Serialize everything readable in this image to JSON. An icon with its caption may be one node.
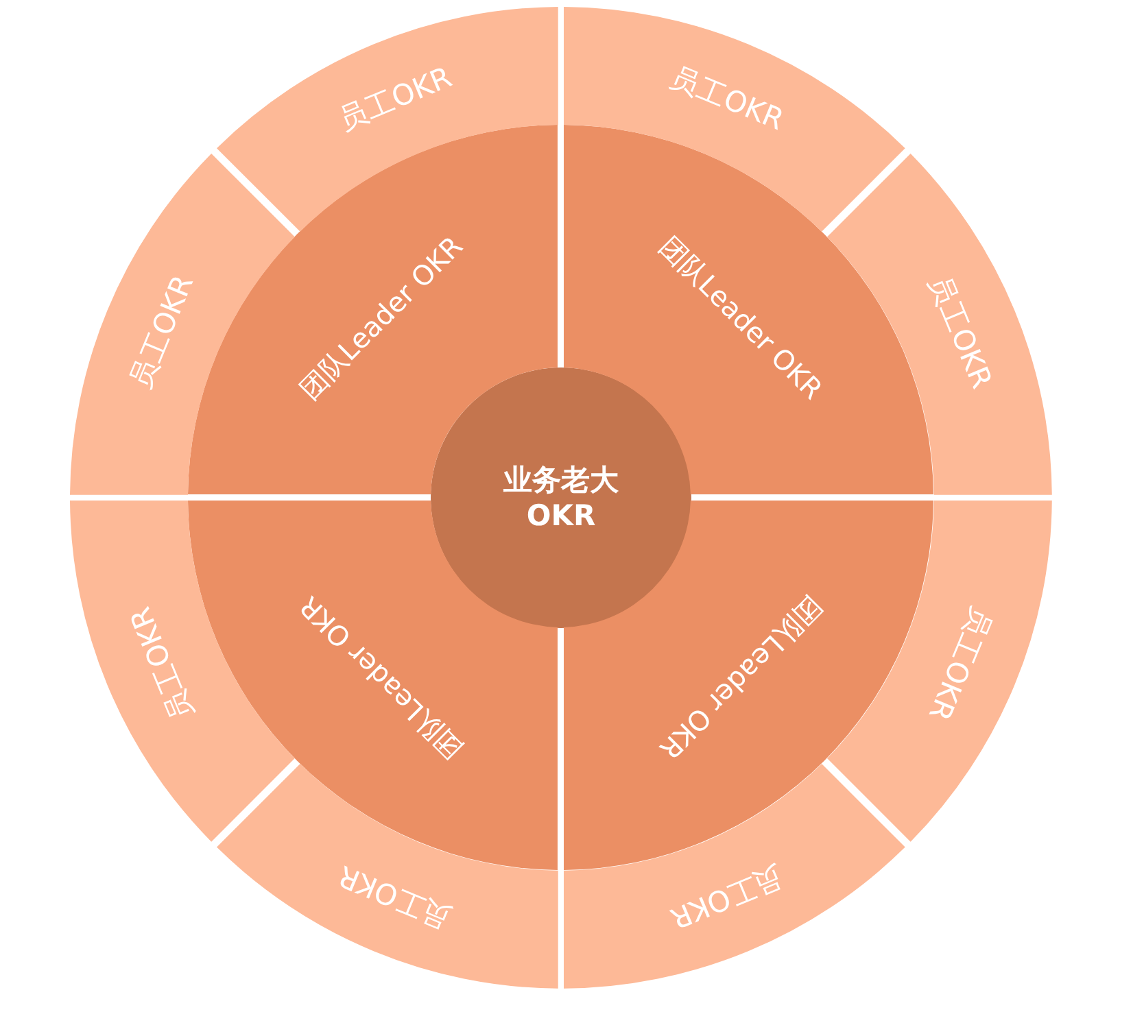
{
  "diagram": {
    "nodes": [
      {
        "text": [
          "业务老大 OKR"
        ]
      },
      {
        "text": [
          "团队Leader OKR"
        ]
      },
      {
        "text": [
          "团队Leader OKR"
        ]
      },
      {
        "text": [
          "团队Leader OKR"
        ]
      },
      {
        "text": [
          "团队Leader OKR"
        ]
      },
      {
        "text": [
          "员工OKR"
        ]
      },
      {
        "text": [
          "员工OKR"
        ]
      },
      {
        "text": [
          "员工OKR"
        ]
      },
      {
        "text": [
          "员工OKR"
        ]
      },
      {
        "text": [
          "员工OKR"
        ]
      },
      {
        "text": [
          "员工OKR"
        ]
      },
      {
        "text": [
          "员工OKR"
        ]
      },
      {
        "text": [
          "员工OKR"
        ]
      }
    ]
  }
}
